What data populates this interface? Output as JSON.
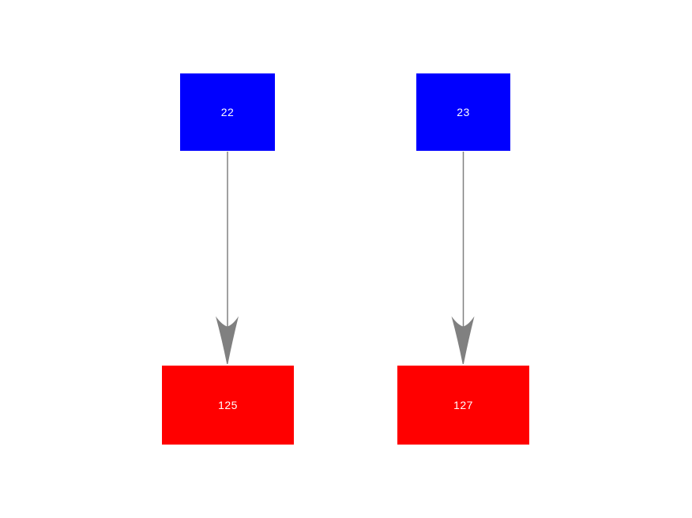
{
  "background_color": "#ffffff",
  "diagram": {
    "nodes": [
      {
        "label": "22",
        "shape": "rectangle",
        "fill": "#0000ff",
        "text_color": "#ffffff"
      },
      {
        "label": "23",
        "shape": "rectangle",
        "fill": "#0000ff",
        "text_color": "#ffffff"
      },
      {
        "label": "125",
        "shape": "rectangle",
        "fill": "#ff0000",
        "text_color": "#ffffff"
      },
      {
        "label": "127",
        "shape": "rectangle",
        "fill": "#ff0000",
        "text_color": "#ffffff"
      }
    ],
    "edges": [
      {
        "from": "22",
        "to": "125",
        "direction": "down",
        "color": "#808080"
      },
      {
        "from": "23",
        "to": "127",
        "direction": "down",
        "color": "#808080"
      }
    ]
  }
}
